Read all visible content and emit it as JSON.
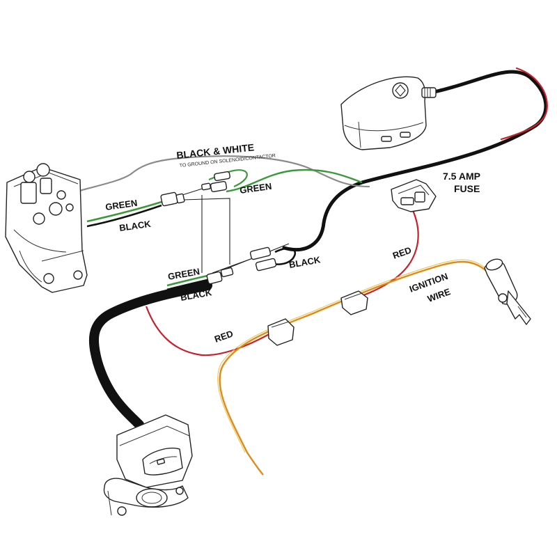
{
  "labels": {
    "black_white": "BLACK & WHITE",
    "black_white_note": "TO GROUND ON SOLENOID/CONTACTOR",
    "green_solenoid": "GREEN",
    "black_solenoid": "BLACK",
    "green_upper_branch": "GREEN",
    "black_lower_branch": "BLACK",
    "green_switch": "GREEN",
    "black_switch": "BLACK",
    "fuse_amp": "7.5 AMP",
    "fuse": "FUSE",
    "red_fuse": "RED",
    "red_switch": "RED",
    "ignition": "IGNITION",
    "wire": "WIRE"
  },
  "colors": {
    "black_wire": "#111111",
    "red_wire": "#c8202a",
    "green_wire": "#3a9a3a",
    "gray_wire": "#8a8a8a",
    "orange_wire": "#e08a1a",
    "yellow_wire": "#f0c040",
    "outline": "#222222"
  },
  "components": {
    "solenoid": "solenoid-contactor",
    "remote_module": "wireless-remote-module",
    "fuse_holder": "fuse-holder",
    "ignition_key": "ignition-key",
    "handlebar_switch": "handlebar-rocker-switch",
    "connectors": "inline-butt-connectors"
  }
}
